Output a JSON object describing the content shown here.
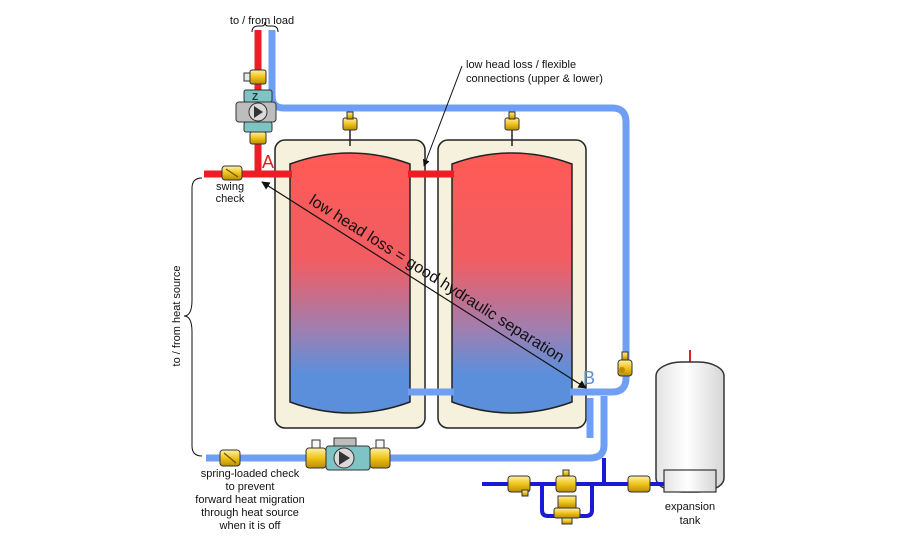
{
  "labels": {
    "load": "to / from load",
    "flex_line1": "low head loss / flexible",
    "flex_line2": "connections (upper & lower)",
    "swing_line1": "swing",
    "swing_line2": "check",
    "heat_source": "to / from heat source",
    "diagonal": "low head loss = good hydraulic separation",
    "point_a": "A",
    "point_b": "B",
    "spring_line1": "spring-loaded check",
    "spring_line2": "to prevent",
    "spring_line3": "forward heat migration",
    "spring_line4": "through heat source",
    "spring_line5": "when it is off",
    "exp_line1": "expansion",
    "exp_line2": "tank"
  },
  "colors": {
    "hot_pipe": "#ee1c24",
    "cold_pipe": "#6f9ff4",
    "makeup_pipe": "#1a1ad6",
    "brass": "#f0c419",
    "tank_hot": "#ff5a55",
    "tank_cold": "#5b8fdc",
    "jacket": "#f6f1dc",
    "label_a": "#e02020",
    "label_b": "#5b8fdc"
  },
  "icons": {
    "circulator": "pump-icon",
    "check_valve": "check-valve-icon",
    "air_vent": "air-vent-icon",
    "prv": "pressure-reducing-valve-icon",
    "expansion_tank": "expansion-tank-icon"
  }
}
